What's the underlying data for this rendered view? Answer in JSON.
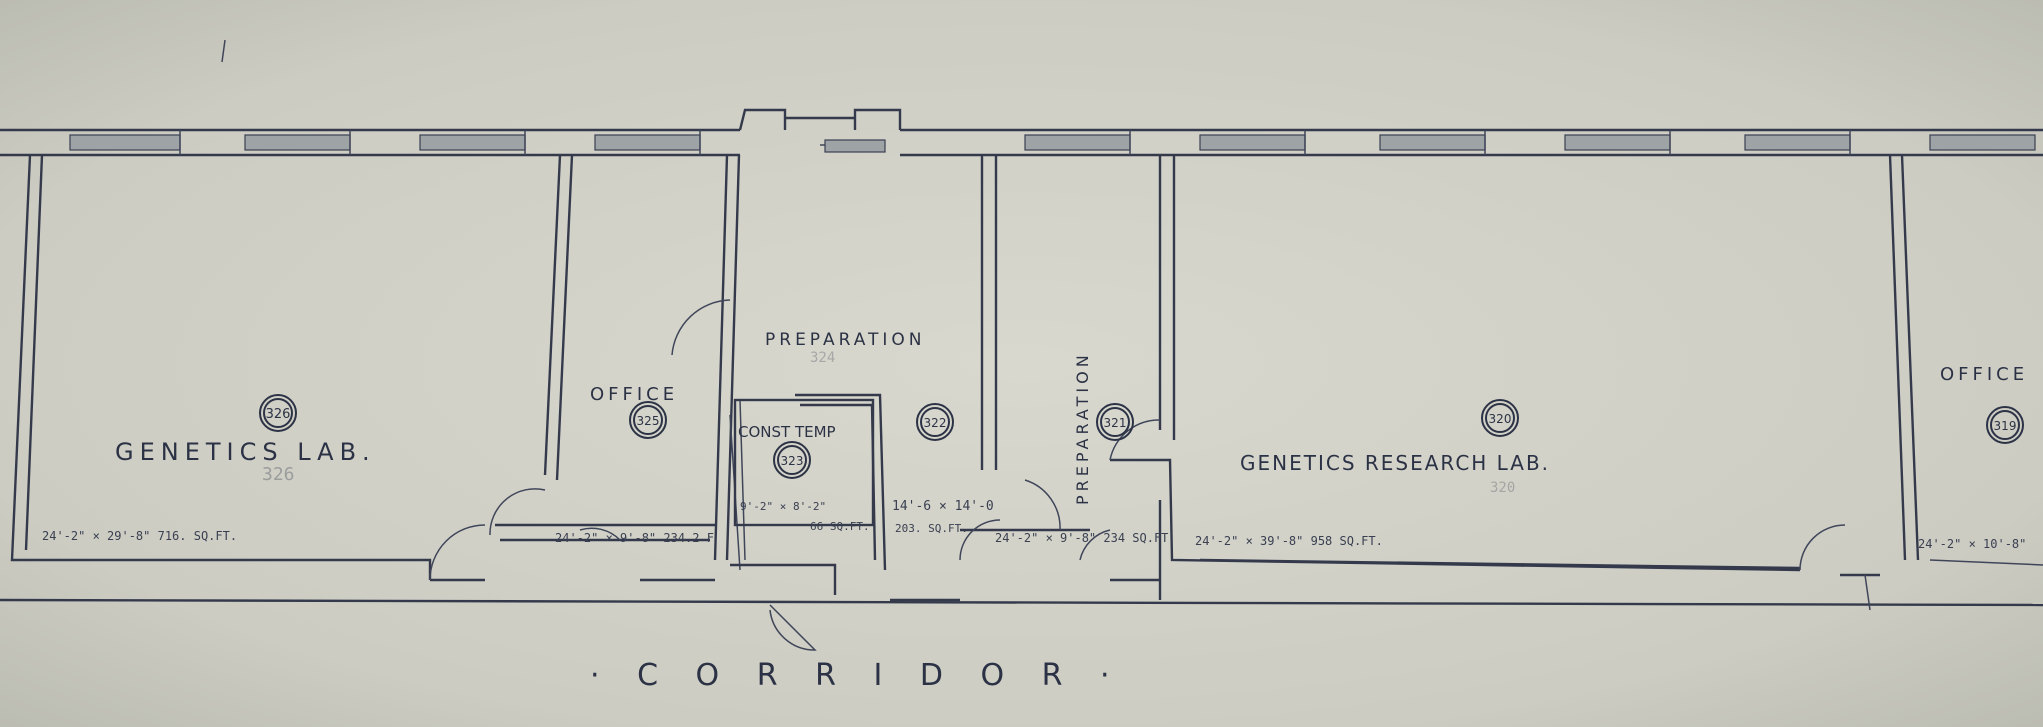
{
  "rooms": [
    {
      "number": "326",
      "name": "GENETICS   LAB.",
      "ghost": "326",
      "dims": "24'-2\" × 29'-8\"   716. SQ.FT."
    },
    {
      "number": "325",
      "name": "OFFICE",
      "dims": "24'-2\" × 9'-8\"   234.2 F"
    },
    {
      "number": "",
      "name": "PREPARATION",
      "ghost": "324"
    },
    {
      "number": "323",
      "name": "CONST TEMP",
      "dims": "9'-2\" × 8'-2\"",
      "area": "66 SQ.FT."
    },
    {
      "number": "322",
      "name": "",
      "dims": "14'-6 × 14'-0",
      "area": "203. SQ.FT."
    },
    {
      "number": "321",
      "name": "PREPARATION",
      "dims": "24'-2\" × 9'-8\"  234 SQ.FT"
    },
    {
      "number": "320",
      "name": "GENETICS   RESEARCH   LAB.",
      "ghost": "320",
      "dims": "24'-2\" × 39'-8\"    958   SQ.FT."
    },
    {
      "number": "319",
      "name": "OFFICE",
      "dims": "24'-2\" × 10'-8\""
    }
  ],
  "corridor_label": "·  C  O  R  R  I  D  O  R  ·",
  "colors": {
    "paper": "#cfd0c6",
    "ink": "#343a4c"
  }
}
